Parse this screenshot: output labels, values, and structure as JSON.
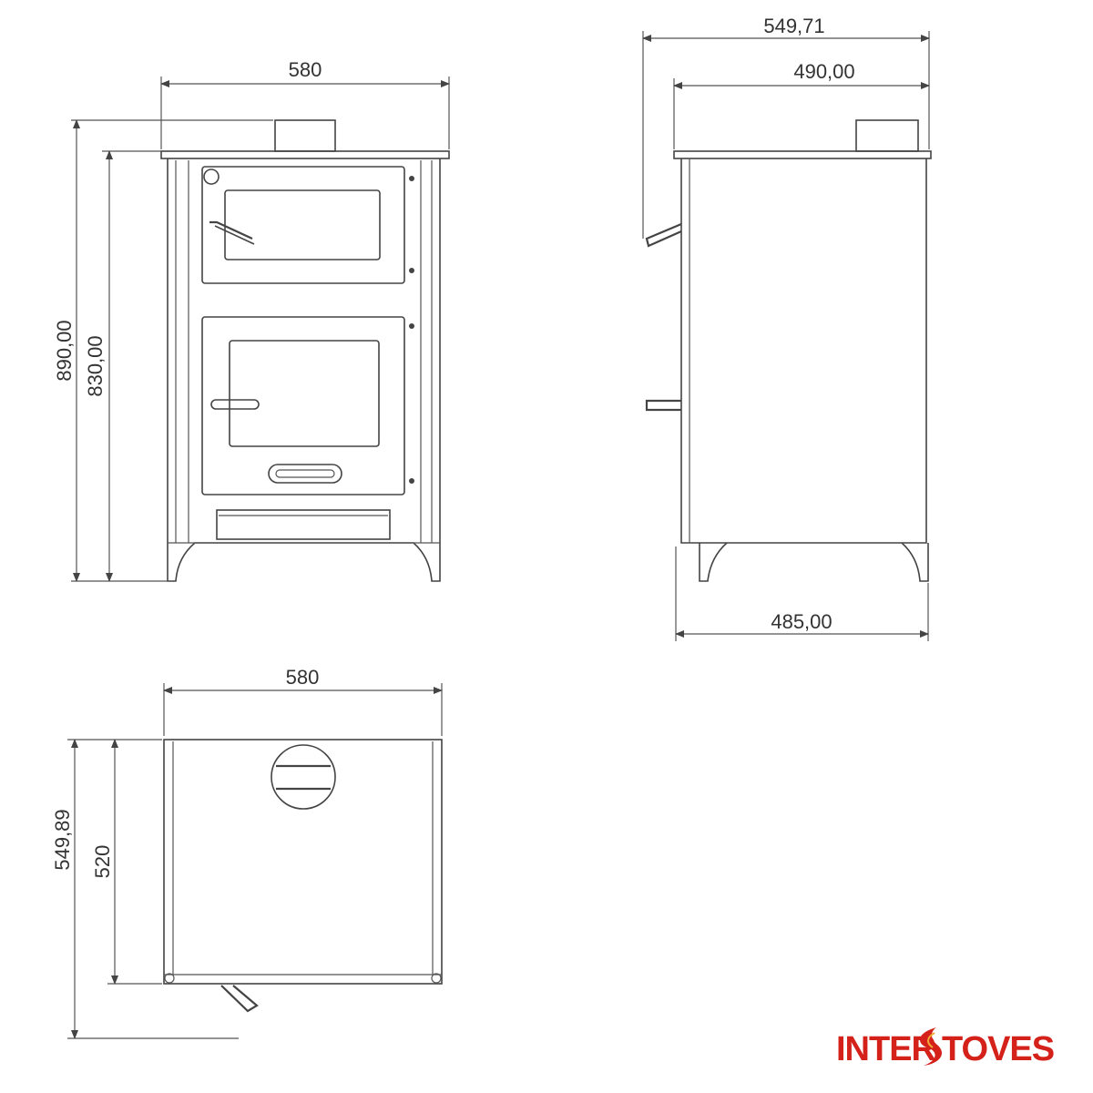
{
  "dimensions": {
    "front_width": "580",
    "front_height_total": "890,00",
    "front_height_body": "830,00",
    "side_depth_total": "549,71",
    "side_depth_top": "490,00",
    "side_depth_base": "485,00",
    "top_width": "580",
    "top_depth_total": "549,89",
    "top_depth_body": "520"
  },
  "brand": {
    "name_part1": "INTER",
    "name_part2": "TOVES",
    "color": "#d4211a"
  },
  "colors": {
    "line": "#444444",
    "text": "#333333"
  }
}
